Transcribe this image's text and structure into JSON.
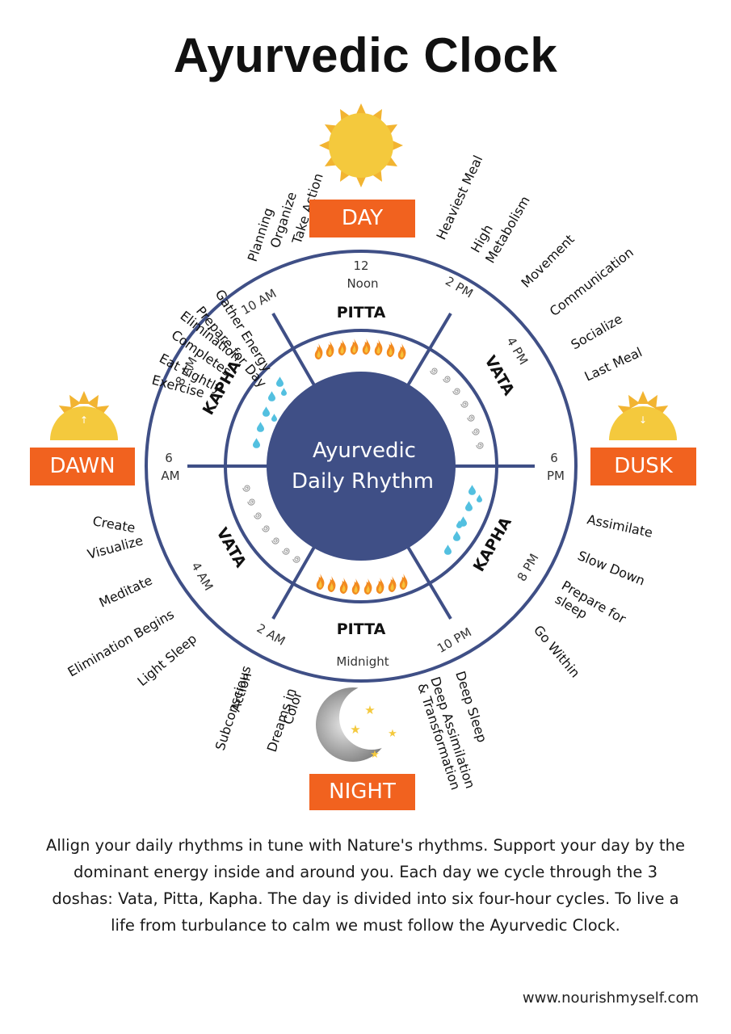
{
  "title": "Ayurvedic Clock",
  "center": {
    "line1": "Ayurvedic",
    "line2": "Daily Rhythm"
  },
  "periods": {
    "day": "DAY",
    "dawn": "DAWN",
    "dusk": "DUSK",
    "night": "NIGHT"
  },
  "times": {
    "noon_num": "12",
    "noon_label": "Noon",
    "t2pm": "2 PM",
    "t4pm": "4 PM",
    "t6pm_num": "6",
    "t6pm_ampm": "PM",
    "t8pm": "8 PM",
    "t10pm": "10 PM",
    "midnight": "Midnight",
    "t2am": "2 AM",
    "t4am": "4 AM",
    "t6am_num": "6",
    "t6am_ampm": "AM",
    "t8am": "8 AM",
    "t10am": "10 AM"
  },
  "doshas": {
    "pitta_top": "PITTA",
    "vata_right": "VATA",
    "kapha_right": "KAPHA",
    "pitta_bottom": "PITTA",
    "vata_left": "VATA",
    "kapha_left": "KAPHA"
  },
  "activities": {
    "take_action": "Take Action",
    "organize": "Organize",
    "planning": "Planning",
    "gather_energy": "Gather Energy",
    "prepare_for_day": "Prepare for Day",
    "elimination": "Elimination",
    "completes": "Completes",
    "eat_lightly": "Eat Lightly",
    "exercise": "Exercise",
    "heaviest_meal": "Heaviest Meal",
    "high": "High",
    "metabolism": "Metabolism",
    "movement": "Movement",
    "communication": "Communication",
    "socialize": "Socialize",
    "last_meal": "Last Meal",
    "create": "Create",
    "visualize": "Visualize",
    "meditate": "Meditate",
    "elimination_begins": "Elimination Begins",
    "light_sleep": "Light Sleep",
    "assimilate": "Assimilate",
    "slow_down": "Slow Down",
    "prepare_for": "Prepare for",
    "sleep": "sleep",
    "go_within": "Go Within",
    "subconscious": "Subconscious",
    "action": "Action",
    "dreams_in": "Dreams in",
    "color": "Color",
    "deep_sleep": "Deep Sleep",
    "deep_assimilation": "Deep Assimilation",
    "transformation": "& Transformation"
  },
  "description": "Allign your daily rhythms in tune with Nature's rhythms. Support your day by the dominant energy inside and around you. Each day we cycle through the 3 doshas: Vata, Pitta, Kapha. The day is divided into six four-hour cycles. To live a life from turbulance to calm we must follow the Ayurvedic Clock.",
  "website": "www.nourishmyself.com",
  "colors": {
    "navy": "#3f4f86",
    "orange": "#f1621f",
    "sun": "#f4c93d",
    "sun_rays": "#f2b431",
    "water": "#53c0e0",
    "wind": "#8a8a8a",
    "fire": "#f28a20"
  },
  "icons": [
    "sun-icon",
    "sunrise-icon",
    "sunset-icon",
    "moon-icon",
    "star-icon",
    "fire-icon",
    "water-drop-icon",
    "wind-spiral-icon"
  ]
}
